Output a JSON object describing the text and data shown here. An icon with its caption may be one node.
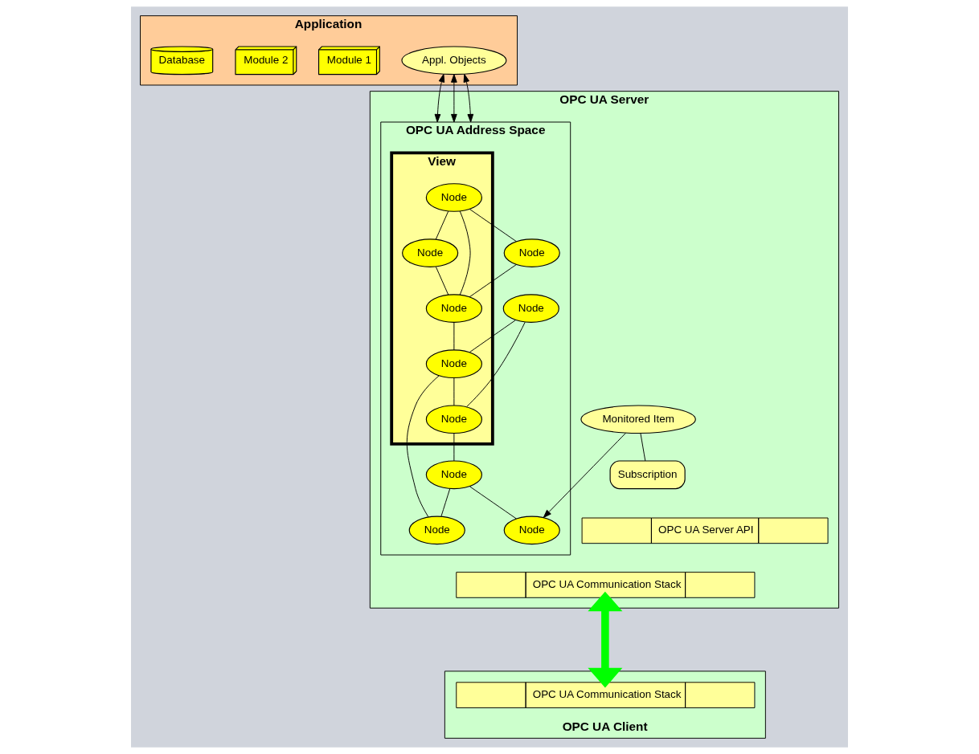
{
  "diagram": {
    "nodes": [
      {
        "text": [
          "Application"
        ]
      },
      {
        "text": [
          "Appl. Objects"
        ],
        "in": 0
      },
      {
        "text": [
          "Module 1"
        ],
        "in": 0
      },
      {
        "text": [
          "Module 2"
        ],
        "in": 0
      },
      {
        "text": [
          "Database"
        ],
        "in": 0
      },
      {
        "text": [
          "OPC UA Server"
        ]
      },
      {
        "text": [
          "OPC UA Address Space"
        ],
        "in": 5
      },
      {
        "text": [
          "View"
        ],
        "in": 6
      },
      {
        "text": [
          "Node"
        ],
        "in": 7
      },
      {
        "text": [
          "Node"
        ],
        "in": 7
      },
      {
        "text": [
          "Node"
        ],
        "in": 6
      },
      {
        "text": [
          "Node"
        ],
        "in": 7
      },
      {
        "text": [
          "Node"
        ],
        "in": 7
      },
      {
        "text": [
          "Node"
        ],
        "in": 7
      },
      {
        "text": [
          "Node"
        ],
        "in": 6
      },
      {
        "text": [
          "Node"
        ],
        "in": 6
      },
      {
        "text": [
          "Node"
        ],
        "in": 6
      },
      {
        "text": [
          "Node"
        ],
        "in": 6
      },
      {
        "text": [
          "Monitored Item"
        ],
        "in": 5
      },
      {
        "text": [
          "Subscription"
        ],
        "in": 5
      },
      {
        "text": [
          "OPC UA Server API"
        ],
        "in": 5
      },
      {
        "text": [
          "OPC UA Communication Stack"
        ],
        "in": 5
      },
      {
        "text": [
          "OPC UA Client"
        ]
      },
      {
        "text": [
          "OPC UA Communication Stack"
        ],
        "in": 22
      }
    ],
    "edges": [
      {
        "from": 1,
        "to": 6,
        "arrow": "both"
      },
      {
        "from": 1,
        "to": 6,
        "arrow": "both"
      },
      {
        "from": 1,
        "to": 6,
        "arrow": "both"
      },
      {
        "from": 8,
        "to": 9,
        "arrow": "none"
      },
      {
        "from": 8,
        "to": 14,
        "arrow": "none"
      },
      {
        "from": 8,
        "to": 11,
        "arrow": "none"
      },
      {
        "from": 9,
        "to": 11,
        "arrow": "none"
      },
      {
        "from": 14,
        "to": 11,
        "arrow": "none"
      },
      {
        "from": 11,
        "to": 12,
        "arrow": "none"
      },
      {
        "from": 10,
        "to": 12,
        "arrow": "none"
      },
      {
        "from": 10,
        "to": 13,
        "arrow": "none"
      },
      {
        "from": 12,
        "to": 13,
        "arrow": "none"
      },
      {
        "from": 12,
        "to": 17,
        "arrow": "none"
      },
      {
        "from": 13,
        "to": 15,
        "arrow": "none"
      },
      {
        "from": 15,
        "to": 16,
        "arrow": "none"
      },
      {
        "from": 15,
        "to": 17,
        "arrow": "none"
      },
      {
        "from": 18,
        "to": 16,
        "arrow": "to"
      },
      {
        "from": 18,
        "to": 19,
        "arrow": "none"
      },
      {
        "from": 21,
        "to": 23,
        "arrow": "both",
        "style": "thick",
        "color": "#00ff00"
      }
    ]
  }
}
